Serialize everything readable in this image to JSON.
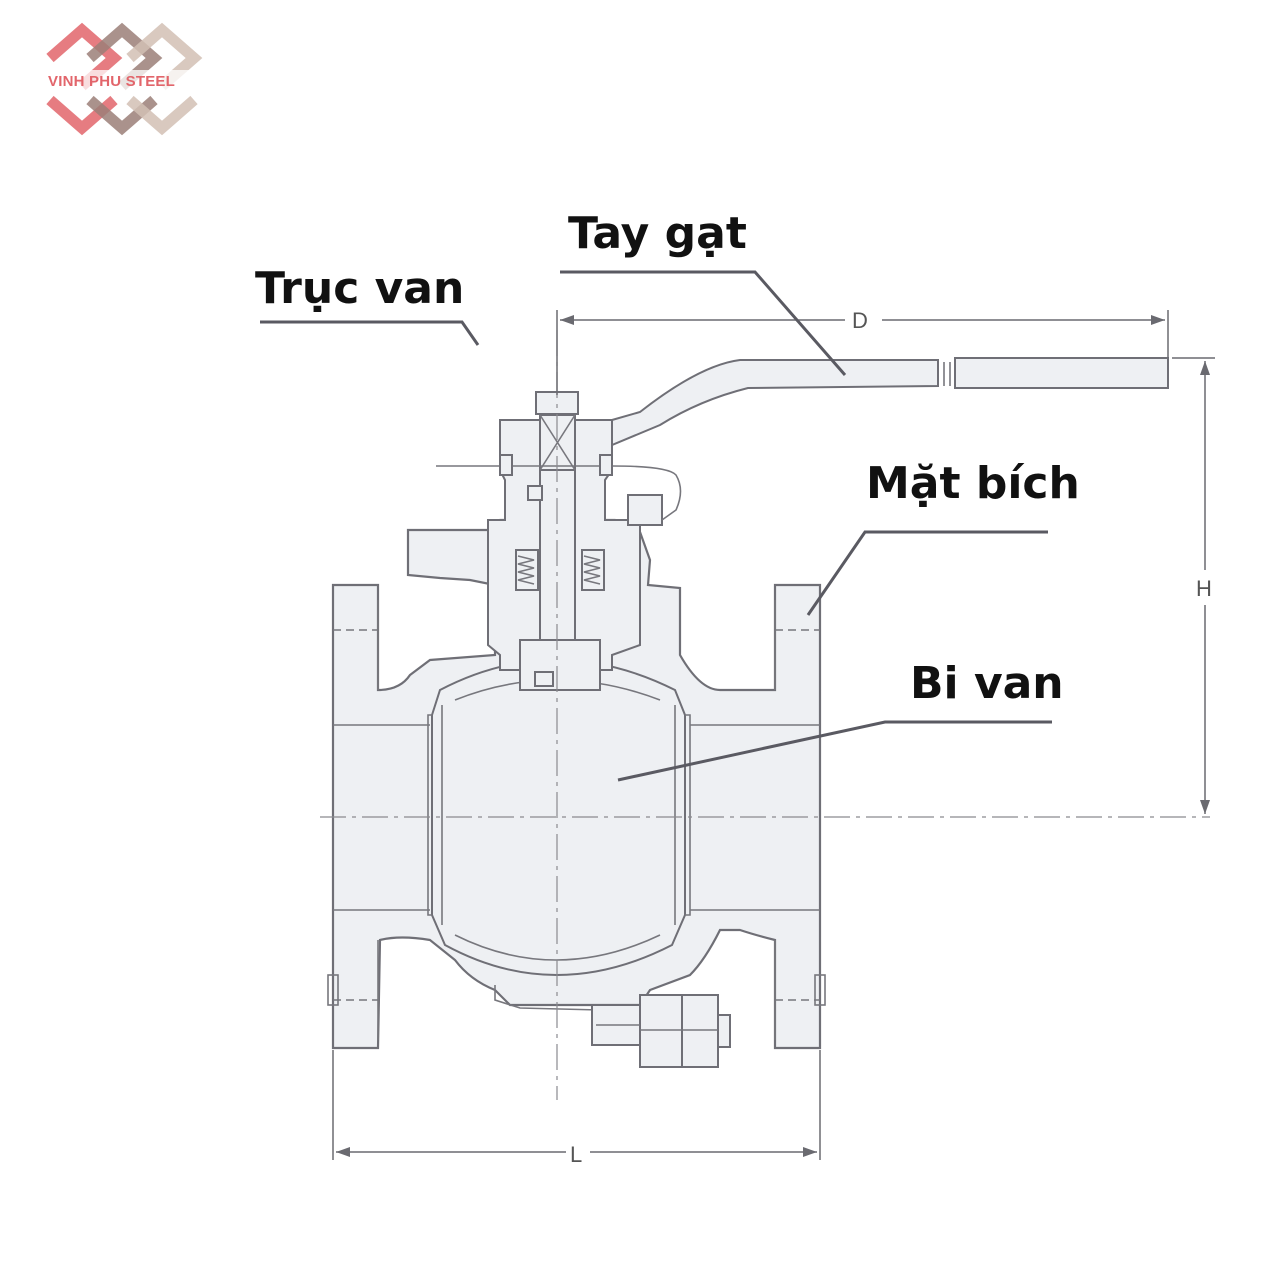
{
  "logo": {
    "text": "VINH PHU STEEL",
    "colors": {
      "primary": "#e2656b",
      "secondary": "#9b7f78",
      "tertiary": "#d2c0b4"
    }
  },
  "labels": {
    "tay_gat": "Tay gạt",
    "truc_van": "Trục van",
    "mat_bich": "Mặt bích",
    "bi_van": "Bi van"
  },
  "dimensions": {
    "d": "D",
    "h": "H",
    "l": "L"
  },
  "colors": {
    "body_fill": "#eef0f3",
    "outline": "#6f6f76",
    "label_text": "#111111"
  }
}
